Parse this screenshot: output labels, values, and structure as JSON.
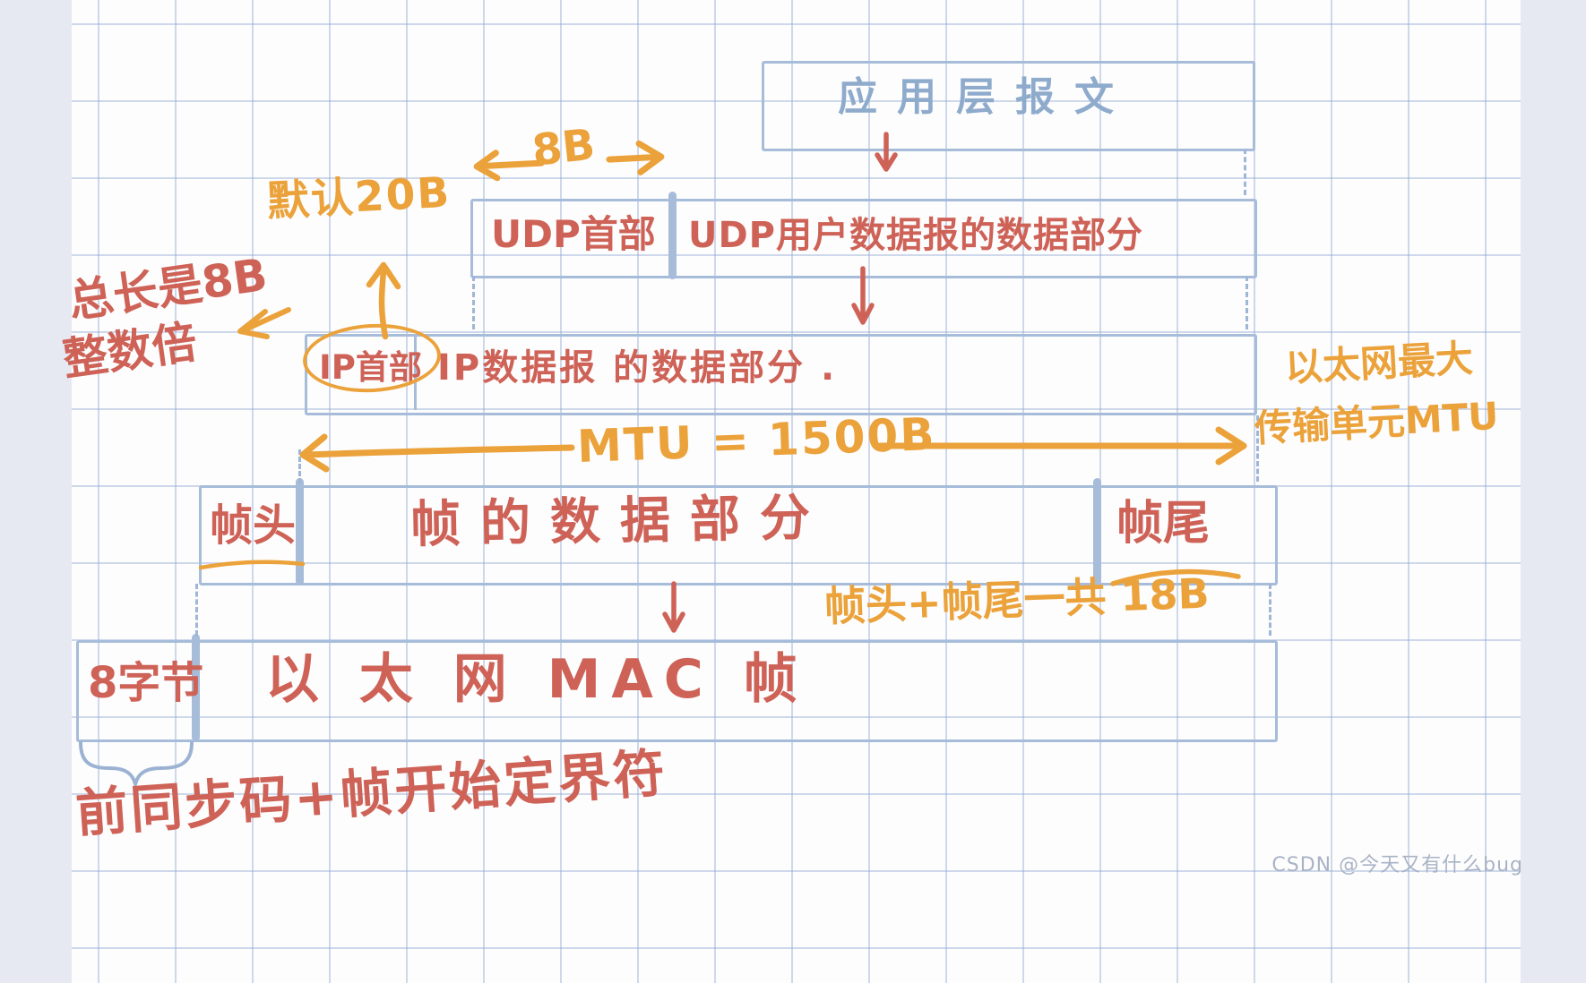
{
  "palette": {
    "red": "#ce6257",
    "orange": "#eba23a",
    "blue_text": "#8fabcc",
    "border": "#a6bcd9",
    "paper": "#fdfdfe",
    "margin_bg": "#e6e9f2",
    "watermark": "#a9b3c5"
  },
  "layers": {
    "application": {
      "label": "应用层报文"
    },
    "udp": {
      "header": "UDP首部",
      "data": "UDP用户数据报的数据部分"
    },
    "ip": {
      "header": "IP首部",
      "data": "IP数据报 的数据部分 ."
    },
    "frame": {
      "head": "帧头",
      "data": "帧的数据部分",
      "tail": "帧尾"
    },
    "mac": {
      "preamble": "8字节",
      "label": "以 太 网 MAC 帧"
    }
  },
  "annotations": {
    "udp_header_size": "8B",
    "ip_header_default": "默认20B",
    "total_length_note_line1": "总长是8B",
    "total_length_note_line2": "整数倍",
    "mtu_label": "MTU = 1500B",
    "ethernet_mtu_note_line1": "以太网最大",
    "ethernet_mtu_note_line2": "传输单元MTU",
    "frame_overhead_note": "帧头+帧尾一共 18B",
    "preamble_note": "前同步码+帧开始定界符"
  },
  "watermark": "CSDN @今天又有什么bug"
}
